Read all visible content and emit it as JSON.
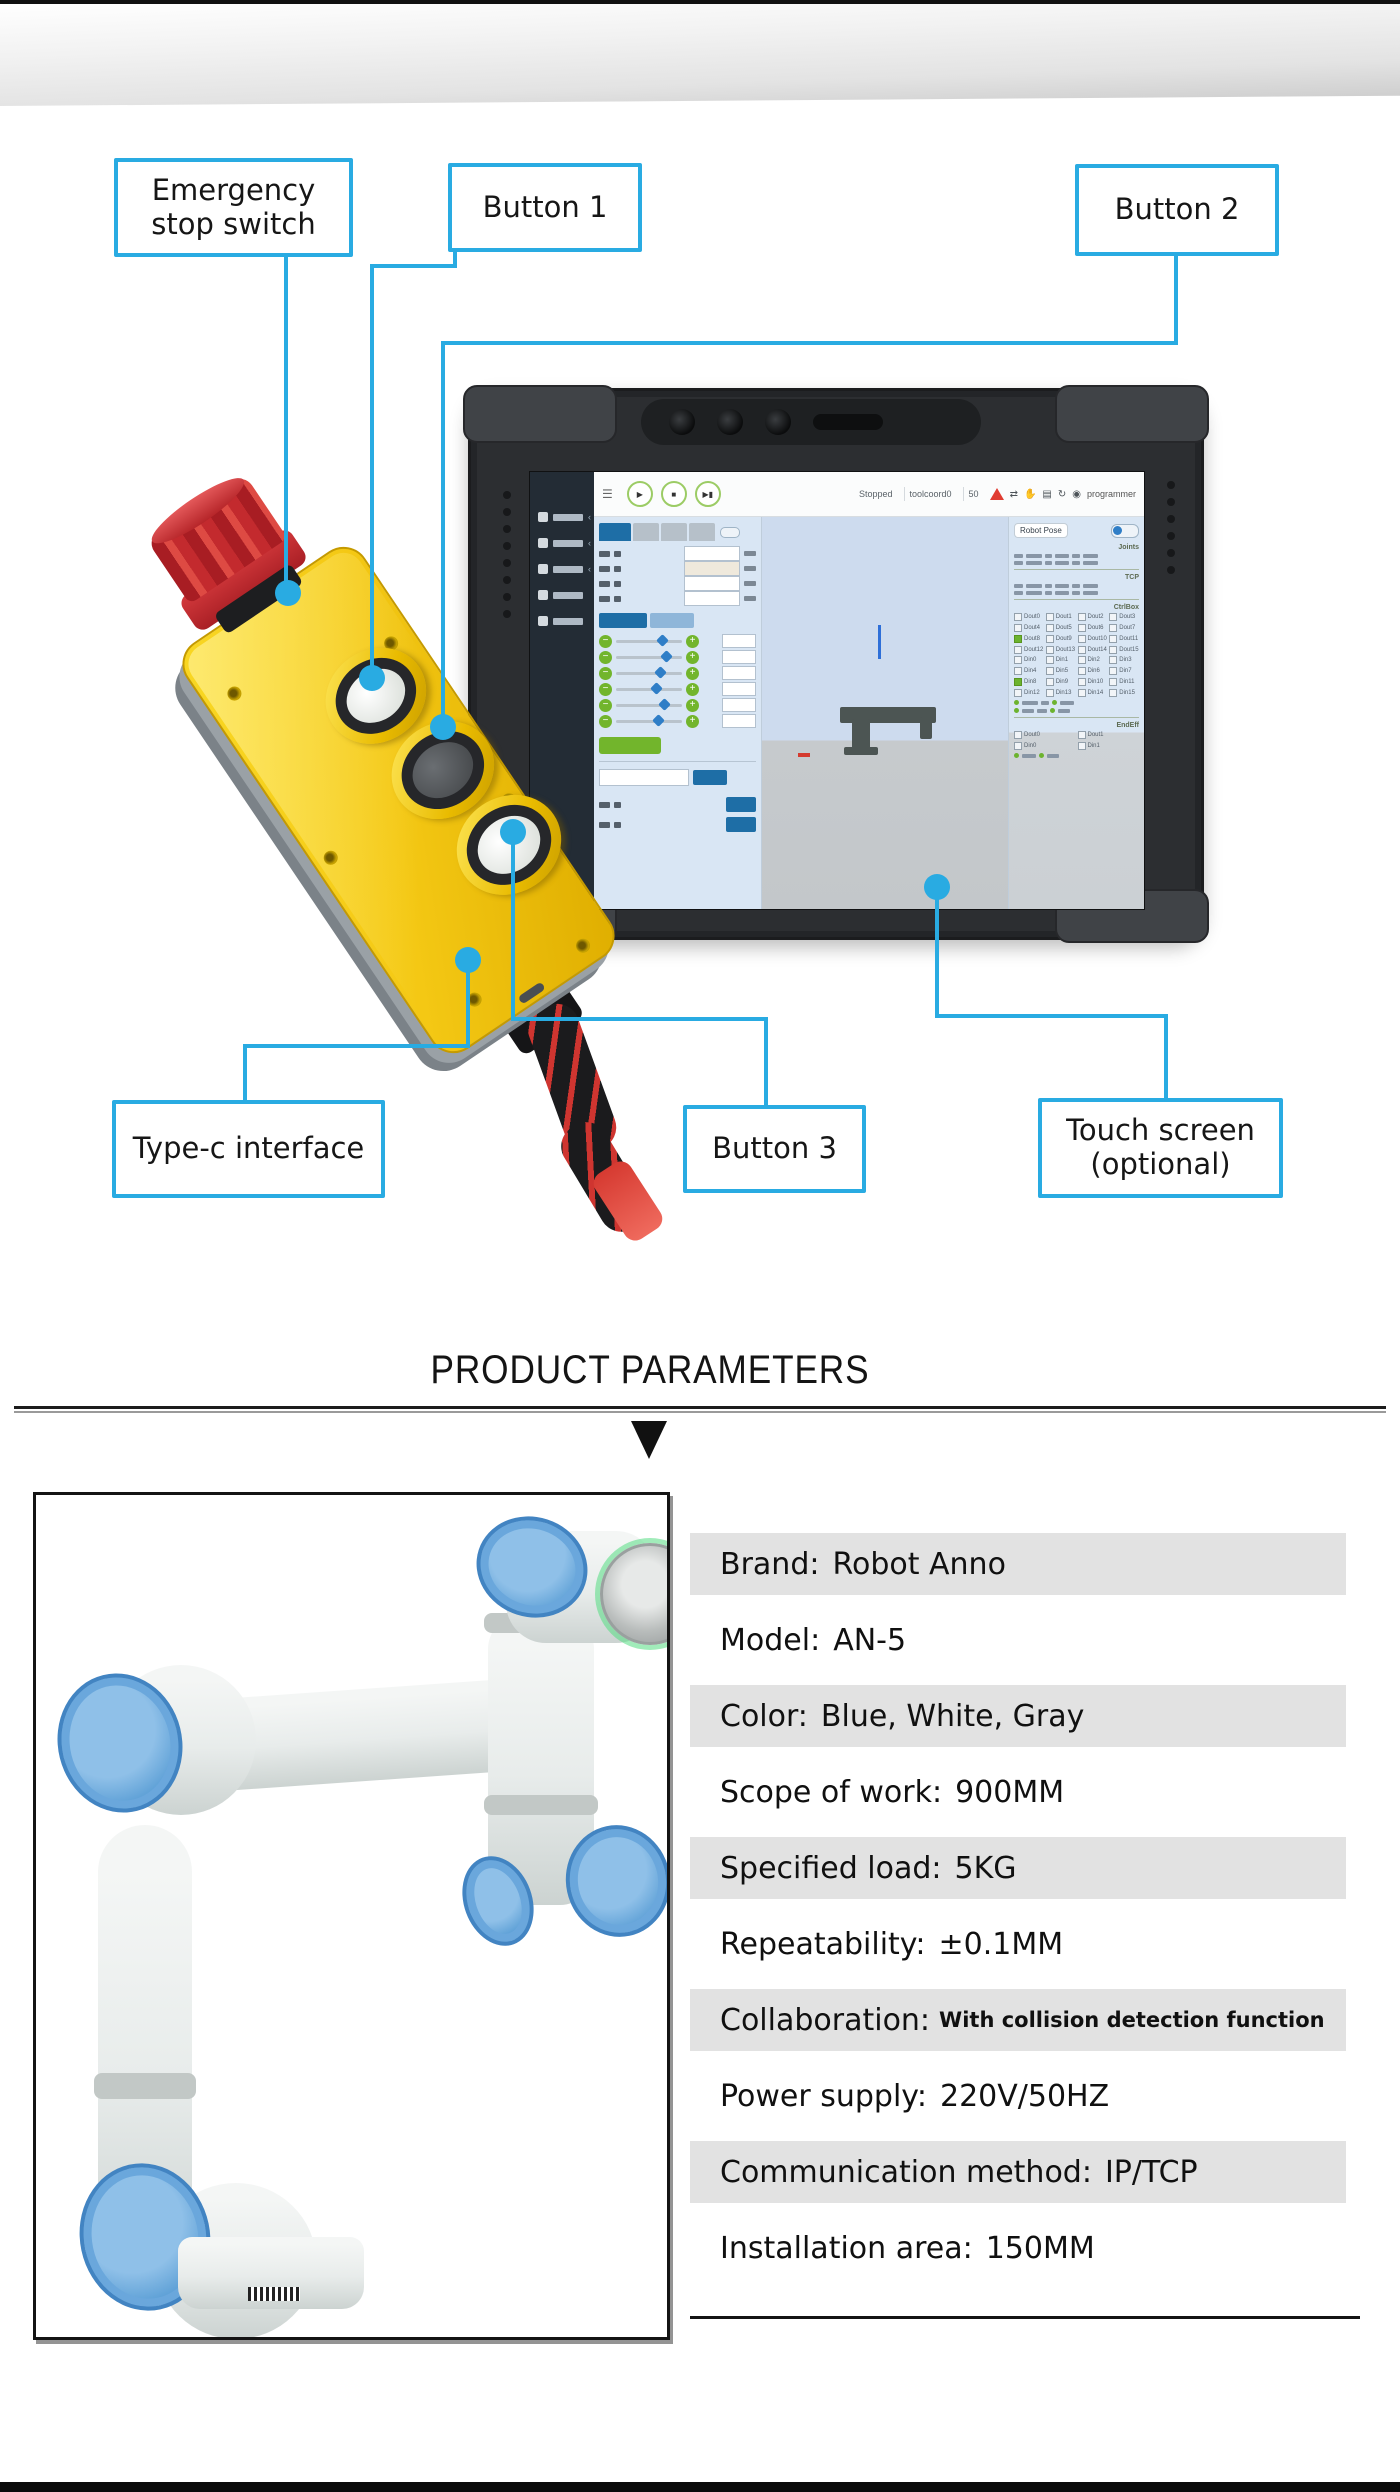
{
  "colors": {
    "accent": "#29abe2",
    "spec_row_shaded": "#e2e2e2",
    "pendant_yellow": "#f4c814",
    "estop_red": "#c32a2e"
  },
  "callouts": {
    "items": [
      {
        "id": "emergency-stop",
        "label": "Emergency stop switch"
      },
      {
        "id": "button-1",
        "label": "Button 1"
      },
      {
        "id": "button-2",
        "label": "Button 2"
      },
      {
        "id": "type-c",
        "label": "Type-c interface"
      },
      {
        "id": "button-3",
        "label": "Button 3"
      },
      {
        "id": "touch-screen",
        "label": "Touch screen (optional)"
      }
    ]
  },
  "tablet": {
    "toolbar": {
      "status": "Stopped",
      "coord": "toolcoord0",
      "speed": "50",
      "user": "programmer",
      "icons": {
        "menu": "☰",
        "play": "▶",
        "stop": "■",
        "step": "▶▮",
        "warning": "warning-triangle",
        "person": "◉"
      }
    },
    "right_panel": {
      "title": "Robot Pose",
      "sections": [
        "Joints",
        "TCP",
        "CtrlBox",
        "EndEff"
      ],
      "dout_labels": [
        "Dout0",
        "Dout1",
        "Dout2",
        "Dout3",
        "Dout4",
        "Dout5",
        "Dout6",
        "Dout7",
        "Dout8",
        "Dout9",
        "Dout10",
        "Dout11",
        "Dout12",
        "Dout13",
        "Dout14",
        "Dout15"
      ],
      "din_labels": [
        "Din0",
        "Din1",
        "Din2",
        "Din3",
        "Din4",
        "Din5",
        "Din6",
        "Din7",
        "Din8",
        "Din9",
        "Din10",
        "Din11",
        "Din12",
        "Din13",
        "Din14",
        "Din15"
      ],
      "endeff_labels": [
        "Dout0",
        "Dout1",
        "Din0",
        "Din1"
      ]
    }
  },
  "parameters": {
    "heading": "PRODUCT PARAMETERS",
    "rows": [
      {
        "label": "Brand:",
        "value": "Robot Anno",
        "shaded": true
      },
      {
        "label": "Model:",
        "value": "AN-5",
        "shaded": false
      },
      {
        "label": "Color:",
        "value": "Blue, White, Gray",
        "shaded": true
      },
      {
        "label": "Scope of work:",
        "value": "900MM",
        "shaded": false
      },
      {
        "label": "Specified load:",
        "value": "5KG",
        "shaded": true
      },
      {
        "label": "Repeatability:",
        "value": "±0.1MM",
        "shaded": false
      },
      {
        "label": "Collaboration:",
        "value": "With collision detection function",
        "shaded": true,
        "small_value": true
      },
      {
        "label": "Power supply:",
        "value": "220V/50HZ",
        "shaded": false
      },
      {
        "label": "Communication method:",
        "value": "IP/TCP",
        "shaded": true
      },
      {
        "label": "Installation area:",
        "value": "150MM",
        "shaded": false
      }
    ]
  }
}
